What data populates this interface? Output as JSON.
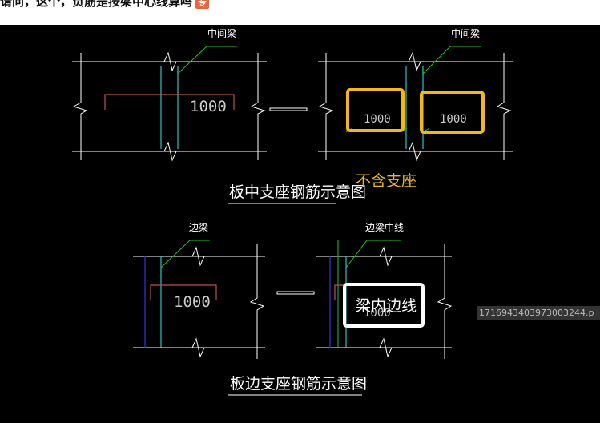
{
  "header": {
    "question": "请问，这个，负筋是按梁中心线算吗",
    "badge": "专"
  },
  "figure": {
    "mid_beam_label": "中间梁",
    "edge_beam_label": "边梁",
    "edge_beam_center_label": "边梁中线",
    "dim_value": "1000",
    "caption_top": "板中支座钢筋示意图",
    "caption_bottom": "板边支座钢筋示意图",
    "note_excl_support": "不含支座",
    "note_inner_edge": "梁内边线",
    "watermark_id": "1716943403973003244.p"
  },
  "colors": {
    "background": "#000000",
    "annotation_orange": "#f2b818",
    "cad_line": "#ffffff",
    "cad_cyan": "#2ec4c4",
    "cad_green": "#22c522",
    "cad_red": "#c0504d"
  }
}
